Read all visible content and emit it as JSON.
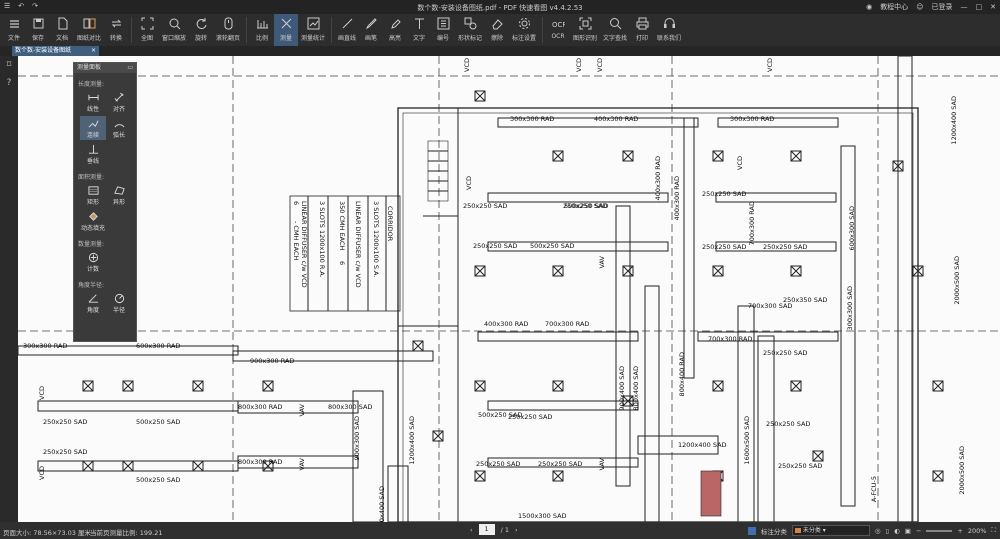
{
  "titlebar": {
    "title": "数个数-安装设备图纸.pdf - PDF 快速看图 v4.4.2.53",
    "right_items": [
      "教程中心",
      "已登录"
    ]
  },
  "toolbar": {
    "items": [
      {
        "id": "file",
        "label": "文件",
        "icon": "menu-icon"
      },
      {
        "id": "save",
        "label": "保存",
        "icon": "save-icon"
      },
      {
        "id": "doc",
        "label": "文档",
        "icon": "doc-icon"
      },
      {
        "id": "compare",
        "label": "图纸对比",
        "icon": "compare-icon"
      },
      {
        "id": "convert",
        "label": "转换",
        "icon": "convert-icon"
      },
      {
        "id": "fullscreen",
        "label": "全图",
        "icon": "fullscreen-icon"
      },
      {
        "id": "zoomwin",
        "label": "窗口缩放",
        "icon": "zoom-window-icon"
      },
      {
        "id": "rotate",
        "label": "旋转",
        "icon": "rotate-icon"
      },
      {
        "id": "flip",
        "label": "滚轮翻页",
        "icon": "scroll-icon"
      },
      {
        "id": "scale",
        "label": "比例",
        "icon": "scale-icon"
      },
      {
        "id": "measure",
        "label": "测量",
        "icon": "measure-icon",
        "active": true
      },
      {
        "id": "stats",
        "label": "测量统计",
        "icon": "stats-icon"
      },
      {
        "id": "line",
        "label": "画直线",
        "icon": "line-icon"
      },
      {
        "id": "pen",
        "label": "画笔",
        "icon": "pen-icon"
      },
      {
        "id": "highlight",
        "label": "高亮",
        "icon": "highlighter-icon"
      },
      {
        "id": "text",
        "label": "文字",
        "icon": "text-icon"
      },
      {
        "id": "number",
        "label": "编号",
        "icon": "number-icon"
      },
      {
        "id": "shape",
        "label": "形状标记",
        "icon": "shape-icon"
      },
      {
        "id": "erase",
        "label": "擦除",
        "icon": "eraser-icon"
      },
      {
        "id": "markset",
        "label": "标注设置",
        "icon": "settings-icon"
      },
      {
        "id": "ocr",
        "label": "OCR",
        "icon": "ocr-icon"
      },
      {
        "id": "recog",
        "label": "图形识别",
        "icon": "recognize-icon"
      },
      {
        "id": "textfind",
        "label": "文字查找",
        "icon": "search-icon"
      },
      {
        "id": "print",
        "label": "打印",
        "icon": "print-icon"
      },
      {
        "id": "contact",
        "label": "联系我们",
        "icon": "headset-icon"
      }
    ]
  },
  "tab": {
    "label": "数个数-安装设备图纸",
    "close": "×"
  },
  "panel": {
    "title": "测量面板",
    "sections": [
      {
        "title": "长度测量:",
        "items": [
          {
            "label": "线性",
            "icon": "linear-measure-icon"
          },
          {
            "label": "对齐",
            "icon": "aligned-measure-icon"
          },
          {
            "label": "连续",
            "icon": "continuous-measure-icon",
            "selected": true
          },
          {
            "label": "弧长",
            "icon": "arc-length-icon"
          },
          {
            "label": "垂线",
            "icon": "perpendicular-icon"
          }
        ]
      },
      {
        "title": "面积测量:",
        "items": [
          {
            "label": "矩形",
            "icon": "rect-area-icon"
          },
          {
            "label": "异形",
            "icon": "poly-area-icon"
          },
          {
            "label": "动态填充",
            "icon": "fill-icon"
          }
        ]
      },
      {
        "title": "数量测量:",
        "items": [
          {
            "label": "计数",
            "icon": "count-icon"
          }
        ]
      },
      {
        "title": "角度半径:",
        "items": [
          {
            "label": "角度",
            "icon": "angle-icon"
          },
          {
            "label": "半径",
            "icon": "radius-icon"
          }
        ]
      }
    ]
  },
  "drawing": {
    "labels": {
      "l1": "300x300 RAD",
      "l2": "400x300 RAD",
      "l3": "300x300 RAD",
      "l4": "250x250 SAD",
      "l5": "500x250 SAD",
      "l6": "250x250 SAD",
      "l7": "250x250 SAD",
      "l8": "500x250 SAD",
      "l9": "400x300 RAD",
      "l10": "700x300 RAD",
      "l11": "700x300 RAD",
      "l12": "250x250 SAD",
      "l13": "500x250 SAD",
      "l14": "250x250 SAD",
      "l15": "300x300 RAD",
      "l16": "600x300 RAD",
      "l17": "900x300 RAD",
      "l18": "800x300 RAD",
      "l19": "800x300 SAD",
      "l20": "250x250 SAD",
      "l21": "500x250 SAD",
      "l22": "250x250 SAD",
      "l23": "800x300 RAD",
      "l24": "250x250 SAD",
      "l25": "500x250 SAD",
      "l26": "250x250 SAD",
      "l27": "1200x400 SAD",
      "l28": "250x250 SAD",
      "l29": "250x250 SAD",
      "l30": "250x250 SAD",
      "l31": "1500x300 SAD",
      "l32": "250x250 SAD",
      "l33": "250x350 SAD",
      "l34": "250x250 SAD",
      "l35": "700x300 SAD",
      "v1": "400x300 RAD",
      "v2": "400x300 RAD",
      "v3": "700x300 RAD",
      "v4": "800x400 RAD",
      "v5": "900x400 SAD",
      "v6": "800x400 SAD",
      "v7": "1600x500 SAD",
      "v8": "1200x400 SAD",
      "v9": "600x300 SAD",
      "v10": "2000x500 SAD",
      "v11": "2000x500 SAD",
      "v12": "300x300 SAD",
      "v13": "900x300 SAD",
      "v14": "1200x400 SAD",
      "v15": "1200x400 SAD",
      "v16": "A-FCU-5"
    },
    "schedule": {
      "col1": "CORRIDOR",
      "col2": "3 SLOTS 1200x100 S.A.",
      "col3": "LINEAR DIFFUSER c/w VCD",
      "col4": "350 CMH EACH",
      "col5": "3 SLOTS 1200x100 R.A.",
      "col6": "LINEAR DIFFUSER c/w VCD",
      "col7": "6",
      "col8": "6",
      "col9": "- CMH EACH"
    },
    "small": {
      "vcd": "VCD",
      "vav": "VAV"
    }
  },
  "statusbar": {
    "page_size": "页面大小: 78.56×73.03 厘米",
    "ratio": "当前页测量比例: 199.21",
    "page": "1",
    "total": "/ 1",
    "layer_label": "标注分类",
    "layer_value": "未分类",
    "zoom": "200%"
  }
}
